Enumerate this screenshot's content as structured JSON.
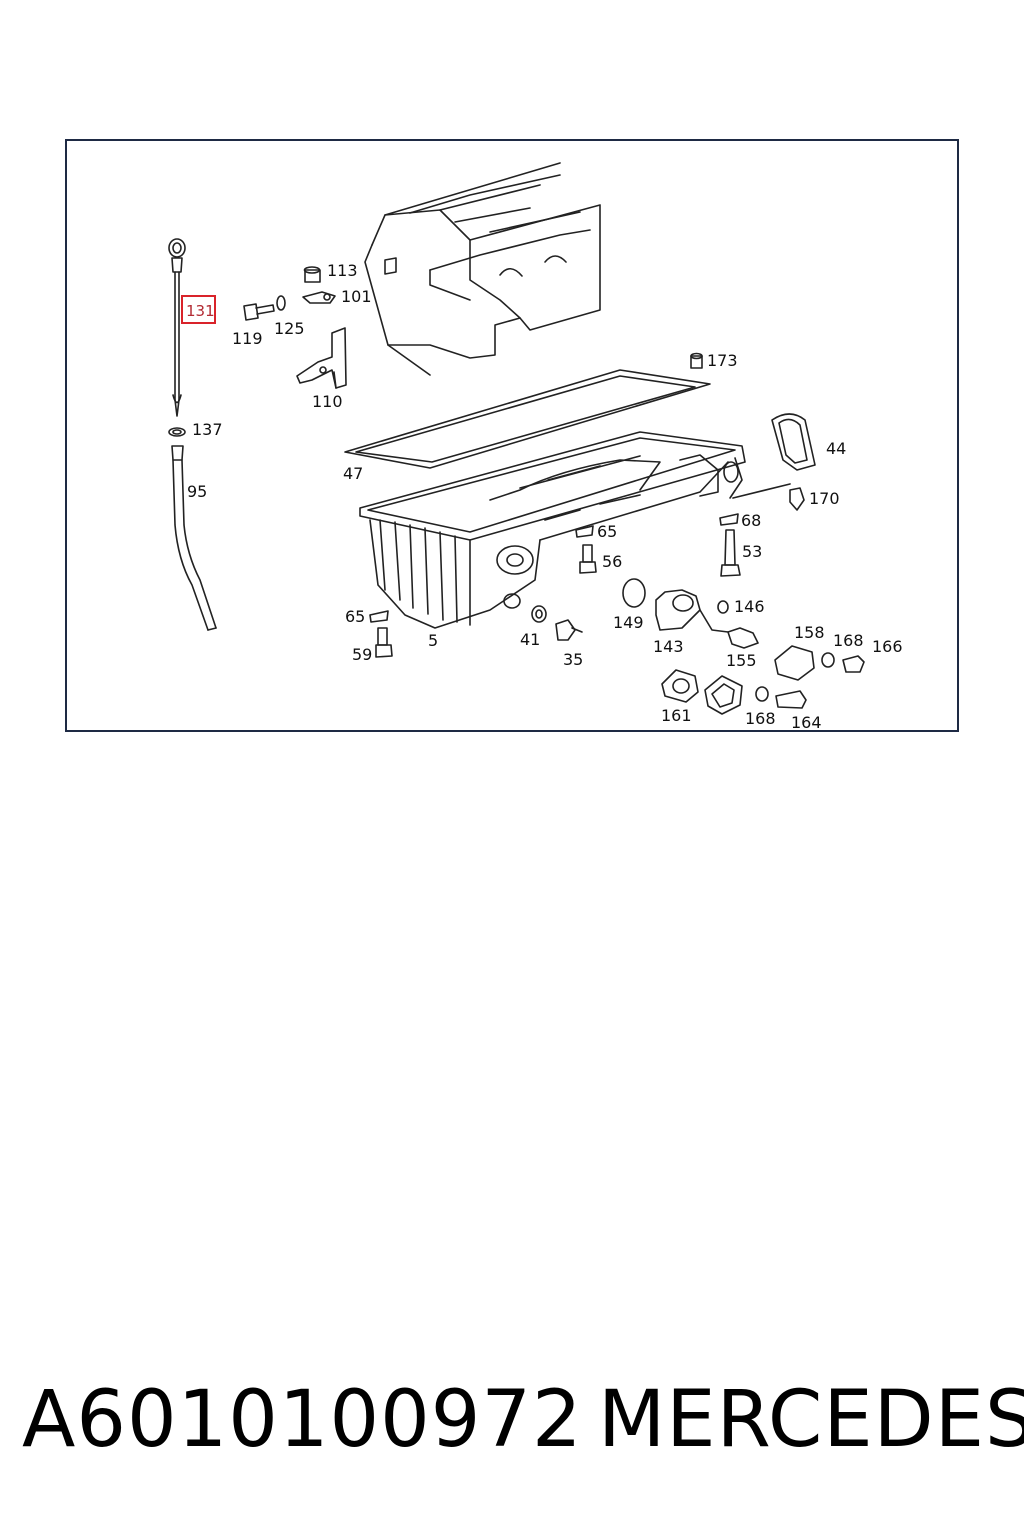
{
  "callouts": {
    "c131": "131",
    "c119": "119",
    "c125": "125",
    "c113": "113",
    "c101": "101",
    "c110": "110",
    "c137": "137",
    "c95": "95",
    "c173": "173",
    "c44": "44",
    "c47": "47",
    "c170": "170",
    "c68": "68",
    "c53": "53",
    "c65a": "65",
    "c56": "56",
    "c65b": "65",
    "c59": "59",
    "c5": "5",
    "c41": "41",
    "c35": "35",
    "c149": "149",
    "c143": "143",
    "c146": "146",
    "c155": "155",
    "c158": "158",
    "c168a": "168",
    "c166": "166",
    "c161": "161",
    "c168b": "168",
    "c164": "164"
  },
  "highlighted_callout": "131",
  "footer": {
    "part_number": "A6010100972",
    "brand": "MERCEDES"
  },
  "colors": {
    "frame": "#1e2a44",
    "highlight": "#d9232a",
    "line": "#222222"
  }
}
